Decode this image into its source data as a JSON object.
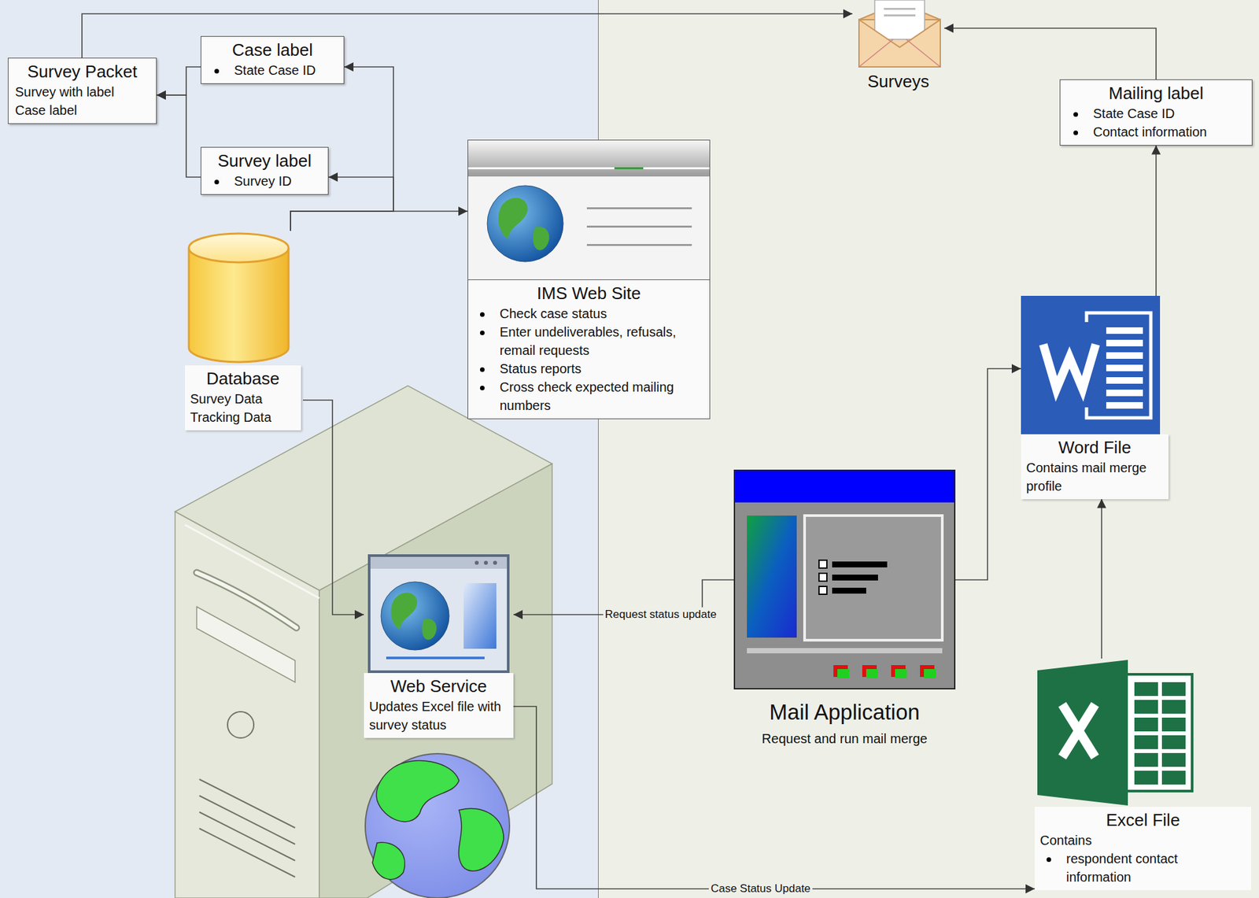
{
  "diagram": {
    "nodes": [
      {
        "text": [
          "Survey Packet",
          "Survey with label",
          "Case label"
        ]
      },
      {
        "text": [
          "Case label",
          "State Case ID"
        ]
      },
      {
        "text": [
          "Survey label",
          "Survey ID"
        ]
      },
      {
        "text": [
          "Database",
          "Survey Data",
          "Tracking Data"
        ]
      },
      {
        "text": [
          "IMS Web Site",
          "Check case status",
          "Enter undeliverables, refusals, remail requests",
          "Status reports",
          "Cross check expected mailing numbers"
        ]
      },
      {
        "text": [
          "Surveys"
        ]
      },
      {
        "text": [
          "Mailing label",
          "State Case ID",
          "Contact information"
        ]
      },
      {
        "text": [
          "Word File",
          "Contains mail merge profile"
        ]
      },
      {
        "text": [
          "Mail Application",
          "Request and run mail merge"
        ]
      },
      {
        "text": [
          "Web Service",
          "Updates Excel file with survey status"
        ]
      },
      {
        "text": [
          "Excel File",
          "Contains",
          "respondent contact information"
        ]
      }
    ],
    "edges": [
      {
        "from": 0,
        "to": 5,
        "arrow": "to"
      },
      {
        "from": 1,
        "to": 0,
        "arrow": "to"
      },
      {
        "from": 2,
        "to": 0,
        "arrow": "to"
      },
      {
        "from": 3,
        "to": 4,
        "arrow": "to"
      },
      {
        "from": 3,
        "to": 1,
        "arrow": "to"
      },
      {
        "from": 3,
        "to": 2,
        "arrow": "to"
      },
      {
        "from": 3,
        "to": 9,
        "arrow": "to"
      },
      {
        "from": 8,
        "to": 9,
        "label": "Request status update",
        "arrow": "to"
      },
      {
        "from": 8,
        "to": 7,
        "arrow": "to"
      },
      {
        "from": 7,
        "to": 6,
        "arrow": "to"
      },
      {
        "from": 6,
        "to": 5,
        "arrow": "to"
      },
      {
        "from": 10,
        "to": 7,
        "arrow": "to"
      },
      {
        "from": 9,
        "to": 10,
        "label": "Case Status Update",
        "arrow": "to"
      }
    ]
  }
}
